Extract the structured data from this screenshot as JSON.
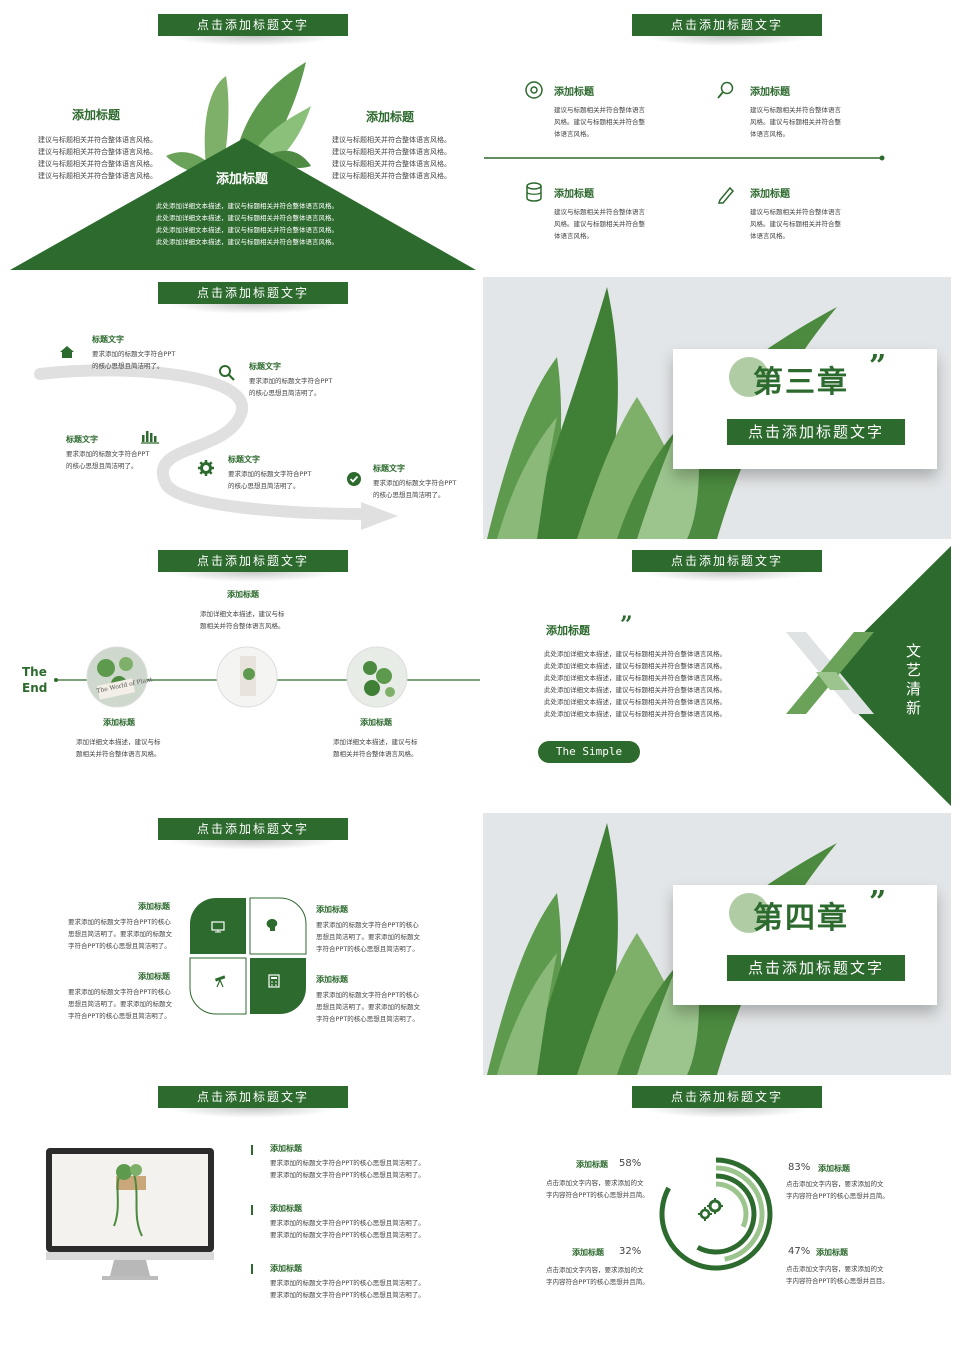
{
  "banner_title": "点击添加标题文字",
  "slide1": {
    "left_title": "添加标题",
    "left_lines": [
      "建议与标题相关并符合整体语言风格。",
      "建议与标题相关并符合整体语言风格。",
      "建议与标题相关并符合整体语言风格。",
      "建议与标题相关并符合整体语言风格。"
    ],
    "right_title": "添加标题",
    "right_lines": [
      "建议与标题相关并符合整体语言风格。",
      "建议与标题相关并符合整体语言风格。",
      "建议与标题相关并符合整体语言风格。",
      "建议与标题相关并符合整体语言风格。"
    ],
    "center_title": "添加标题",
    "center_lines": [
      "此处添加详细文本描述，建议与标题相关并符合整体语言风格。",
      "此处添加详细文本描述，建议与标题相关并符合整体语言风格。",
      "此处添加详细文本描述，建议与标题相关并符合整体语言风格。",
      "此处添加详细文本描述，建议与标题相关并符合整体语言风格。"
    ]
  },
  "slide2": {
    "items": [
      {
        "title": "添加标题",
        "icon": "disc-icon",
        "lines": [
          "建议与标题相关并符合整体语言",
          "风格。建议与标题相关并符合整",
          "体语言风格。"
        ]
      },
      {
        "title": "添加标题",
        "icon": "magnifier-icon",
        "lines": [
          "建议与标题相关并符合整体语言",
          "风格。建议与标题相关并符合整",
          "体语言风格。"
        ]
      },
      {
        "title": "添加标题",
        "icon": "database-icon",
        "lines": [
          "建议与标题相关并符合整体语言",
          "风格。建议与标题相关并符合整",
          "体语言风格。"
        ]
      },
      {
        "title": "添加标题",
        "icon": "pencil-icon",
        "lines": [
          "建议与标题相关并符合整体语言",
          "风格。建议与标题相关并符合整",
          "体语言风格。"
        ]
      }
    ]
  },
  "slide3": {
    "items": [
      {
        "title": "标题文字",
        "icon": "home-icon",
        "lines": [
          "要求添加的标题文字符合PPT",
          "的核心思想且简洁明了。"
        ]
      },
      {
        "title": "标题文字",
        "icon": "search-icon",
        "lines": [
          "要求添加的标题文字符合PPT",
          "的核心思想且简洁明了。"
        ]
      },
      {
        "title": "标题文字",
        "icon": "bar-chart-icon",
        "lines": [
          "要求添加的标题文字符合PPT",
          "的核心思想且简洁明了。"
        ]
      },
      {
        "title": "标题文字",
        "icon": "gear-icon",
        "lines": [
          "要求添加的标题文字符合PPT",
          "的核心思想且简洁明了。"
        ]
      },
      {
        "title": "标题文字",
        "icon": "check-icon",
        "lines": [
          "要求添加的标题文字符合PPT",
          "的核心思想且简洁明了。"
        ]
      }
    ]
  },
  "slide4": {
    "chapter": "第三章",
    "button": "点击添加标题文字"
  },
  "slide5": {
    "the_end": [
      "The",
      "End"
    ],
    "top_title": "添加标题",
    "top_lines": [
      "添加详细文本描述，建议与标",
      "题相关并符合整体语言风格。"
    ],
    "left_title": "添加标题",
    "left_lines": [
      "添加详细文本描述，建议与标",
      "题相关并符合整体语言风格。"
    ],
    "right_title": "添加标题",
    "right_lines": [
      "添加详细文本描述，建议与标",
      "题相关并符合整体语言风格。"
    ],
    "photo_caption": "The World of Plant"
  },
  "slide6": {
    "title": "添加标题",
    "lines": [
      "此处添加详细文本描述，建议与标题相关并符合整体语言风格。",
      "此处添加详细文本描述，建议与标题相关并符合整体语言风格。",
      "此处添加详细文本描述，建议与标题相关并符合整体语言风格。",
      "此处添加详细文本描述，建议与标题相关并符合整体语言风格。",
      "此处添加详细文本描述，建议与标题相关并符合整体语言风格。",
      "此处添加详细文本描述，建议与标题相关并符合整体语言风格。"
    ],
    "pill": "The Simple",
    "vertical": [
      "文",
      "艺",
      "清",
      "新"
    ]
  },
  "slide7": {
    "items": [
      {
        "title": "添加标题",
        "lines": [
          "要求添加的标题文字符合PPT的核心",
          "思想且简洁明了。要求添加的标题文",
          "字符合PPT的核心思想且简洁明了。"
        ]
      },
      {
        "title": "添加标题",
        "lines": [
          "要求添加的标题文字符合PPT的核心",
          "思想且简洁明了。要求添加的标题文",
          "字符合PPT的核心思想且简洁明了。"
        ]
      },
      {
        "title": "添加标题",
        "lines": [
          "要求添加的标题文字符合PPT的核心",
          "思想且简洁明了。要求添加的标题文",
          "字符合PPT的核心思想且简洁明了。"
        ]
      },
      {
        "title": "添加标题",
        "lines": [
          "要求添加的标题文字符合PPT的核心",
          "思想且简洁明了。要求添加的标题文",
          "字符合PPT的核心思想且简洁明了。"
        ]
      }
    ],
    "petal_icons": [
      "monitor-icon",
      "lightbulb-head-icon",
      "telescope-icon",
      "calculator-icon"
    ]
  },
  "slide8": {
    "chapter": "第四章",
    "button": "点击添加标题文字"
  },
  "slide9": {
    "items": [
      {
        "title": "添加标题",
        "lines": [
          "要求添加的标题文字符合PPT的核心思想且简洁明了。",
          "要求添加的标题文字符合PPT的核心思想且简洁明了。"
        ]
      },
      {
        "title": "添加标题",
        "lines": [
          "要求添加的标题文字符合PPT的核心思想且简洁明了。",
          "要求添加的标题文字符合PPT的核心思想且简洁明了。"
        ]
      },
      {
        "title": "添加标题",
        "lines": [
          "要求添加的标题文字符合PPT的核心思想且简洁明了。",
          "要求添加的标题文字符合PPT的核心思想且简洁明了。"
        ]
      }
    ]
  },
  "slide10": {
    "items": [
      {
        "title": "添加标题",
        "pct": "58%",
        "value": 58,
        "lines": [
          "点击添加文字内容，要求添加的文",
          "字内容符合PPT的核心思想并且简。"
        ]
      },
      {
        "title": "添加标题",
        "pct": "83%",
        "value": 83,
        "lines": [
          "点击添加文字内容，要求添加的文",
          "字内容符合PPT的核心思想并且简。"
        ]
      },
      {
        "title": "添加标题",
        "pct": "32%",
        "value": 32,
        "lines": [
          "点击添加文字内容，要求添加的文",
          "字内容符合PPT的核心思想并且简。"
        ]
      },
      {
        "title": "添加标题",
        "pct": "47%",
        "value": 47,
        "lines": [
          "点击添加文字内容，要求添加的文",
          "字内容符合PPT的核心思想并且目。"
        ]
      }
    ]
  },
  "colors": {
    "primary": "#2d6a2e",
    "light": "#9cc58e",
    "grey": "#d9d9d9"
  }
}
